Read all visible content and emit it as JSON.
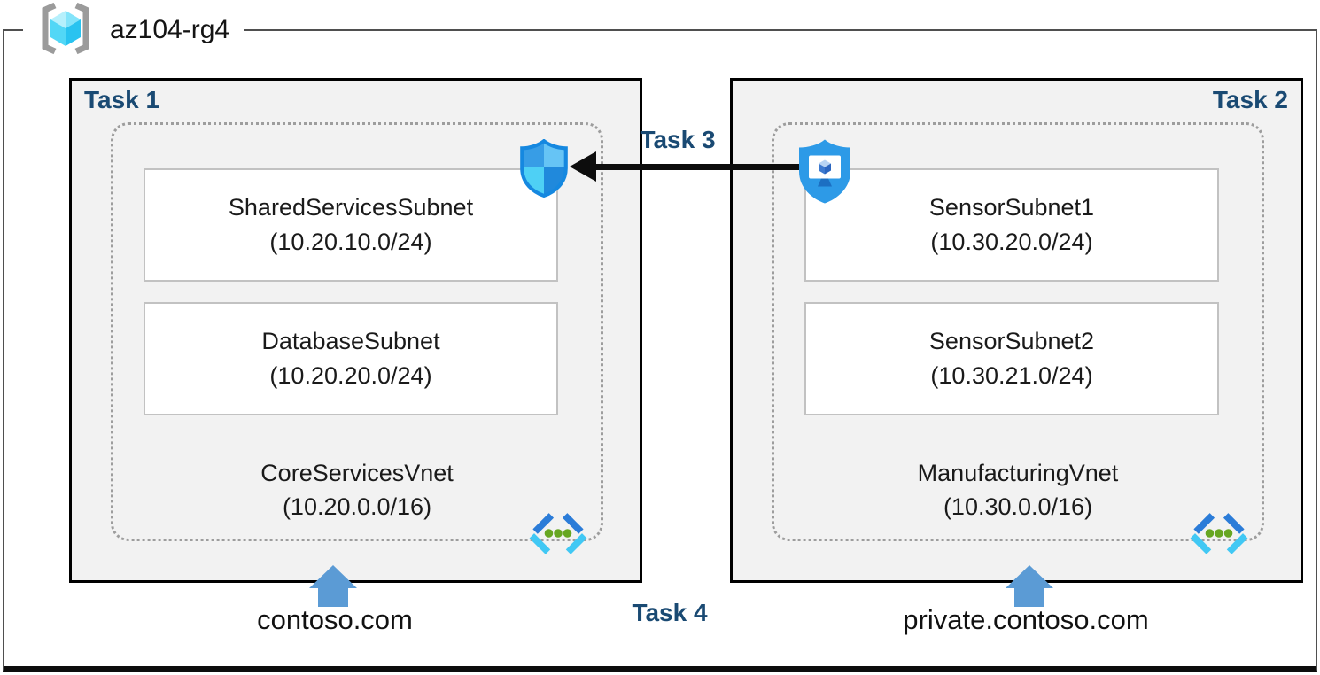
{
  "resource_group": {
    "name": "az104-rg4"
  },
  "task_labels": {
    "task1": "Task 1",
    "task2": "Task 2",
    "task3": "Task 3",
    "task4": "Task 4"
  },
  "vnet_left": {
    "name": "CoreServicesVnet",
    "cidr": "(10.20.0.0/16)",
    "subnets": [
      {
        "name": "SharedServicesSubnet",
        "cidr": "(10.20.10.0/24)"
      },
      {
        "name": "DatabaseSubnet",
        "cidr": "(10.20.20.0/24)"
      }
    ],
    "dns_zone": "contoso.com"
  },
  "vnet_right": {
    "name": "ManufacturingVnet",
    "cidr": "(10.30.0.0/16)",
    "subnets": [
      {
        "name": "SensorSubnet1",
        "cidr": "(10.30.20.0/24)"
      },
      {
        "name": "SensorSubnet2",
        "cidr": "(10.30.21.0/24)"
      }
    ],
    "dns_zone": "private.contoso.com"
  },
  "icons": {
    "resource_group": "resource-group-icon",
    "left_shield": "network-security-group-shield-icon",
    "right_shield": "bastion-shield-monitor-icon",
    "virtual_network": "virtual-network-icon",
    "peering_arrow": "left-pointing-black-arrow",
    "dns_arrows": "blue-up-arrow"
  },
  "colors": {
    "task_label": "#1a4a73",
    "box_background": "#f2f2f2",
    "box_border": "#000000",
    "subnet_border": "#c2c2c2",
    "dotted_border": "#9d9d9d",
    "black_arrow": "#0d0d0d",
    "blue_arrow": "#5b9bd5",
    "shield_blue": "#2d9ae7",
    "vnet_cyan": "#41c8f4",
    "vnet_green": "#66a621"
  }
}
